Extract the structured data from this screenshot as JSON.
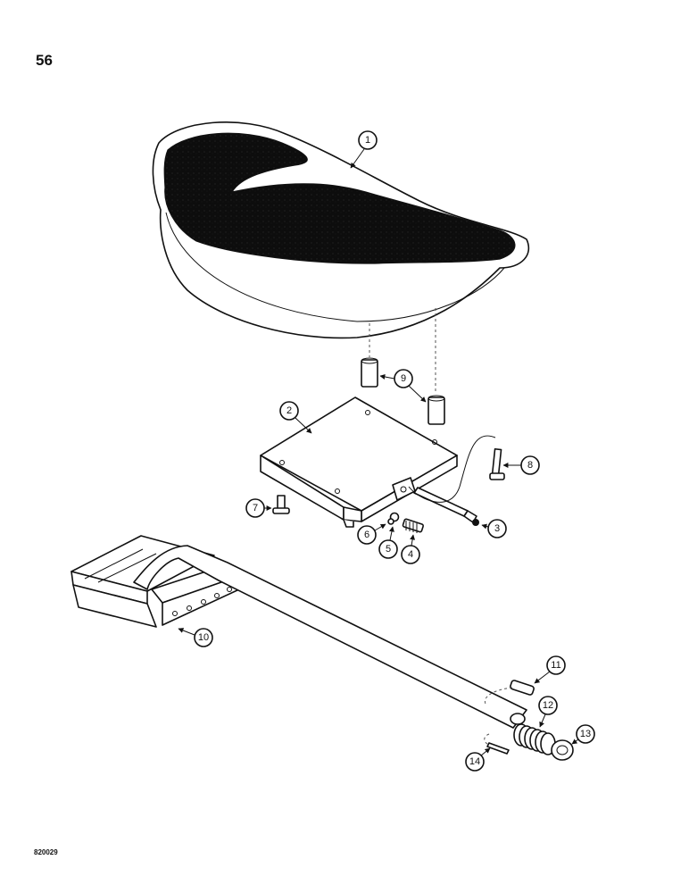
{
  "page": {
    "number": "56",
    "figure_code": "820029"
  },
  "callouts": [
    "1",
    "2",
    "3",
    "4",
    "5",
    "6",
    "7",
    "8",
    "9",
    "10",
    "11",
    "12",
    "13",
    "14"
  ]
}
